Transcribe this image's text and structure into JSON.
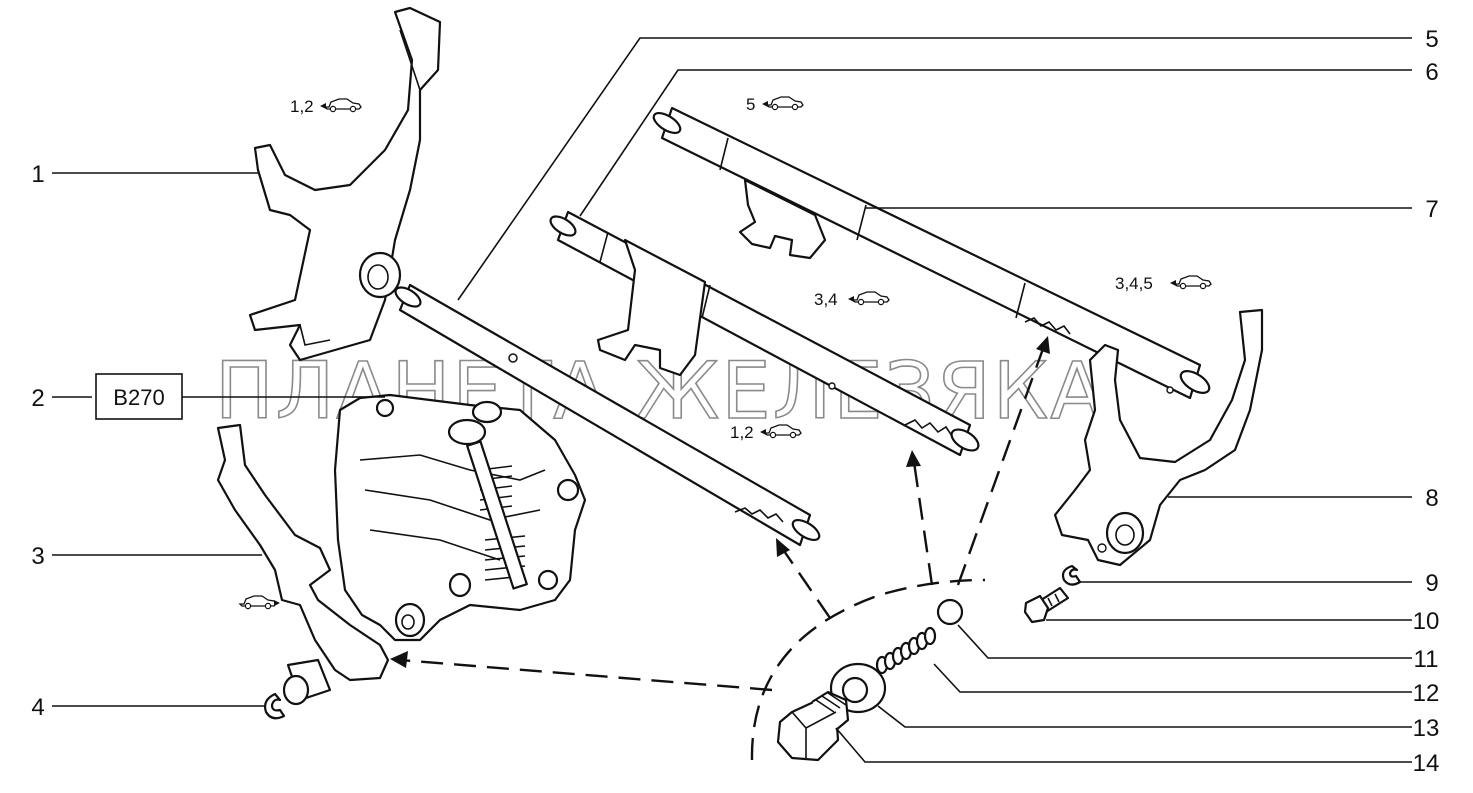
{
  "callouts": [
    "1",
    "2",
    "3",
    "4",
    "5",
    "6",
    "7",
    "8",
    "9",
    "10",
    "11",
    "12",
    "13",
    "14"
  ],
  "code_box": "B270",
  "notes": {
    "fork12": "1,2",
    "rod5": "5",
    "rod34": "3,4",
    "rod12": "1,2",
    "fork345": "3,4,5"
  },
  "watermark": "ПЛАНЕТА ЖЕЛЕЗЯКА",
  "icons": [
    "car-icon"
  ]
}
